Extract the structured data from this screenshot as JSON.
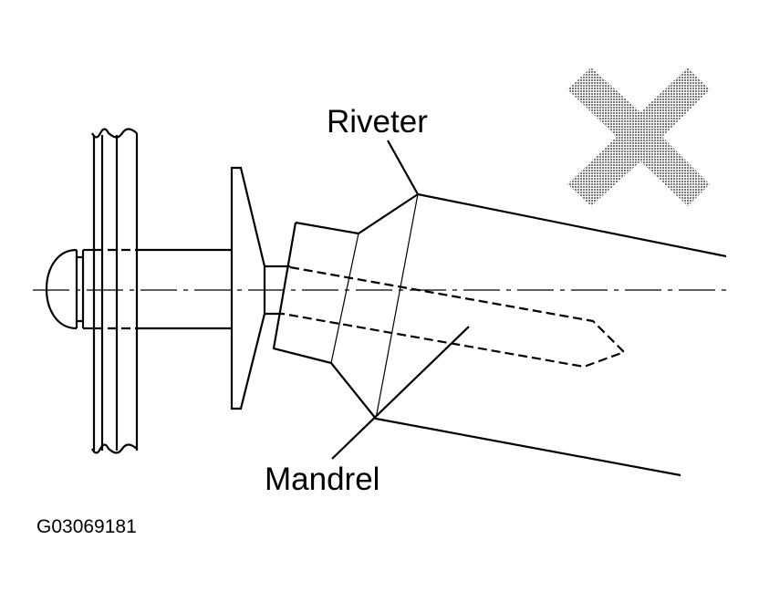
{
  "labels": {
    "riveter": "Riveter",
    "mandrel": "Mandrel",
    "figure_code": "G03069181"
  },
  "icons": {
    "incorrect_mark": "x-mark-icon"
  },
  "colors": {
    "line": "#000000",
    "background": "#ffffff",
    "x_mark": "#9a9a9a"
  }
}
